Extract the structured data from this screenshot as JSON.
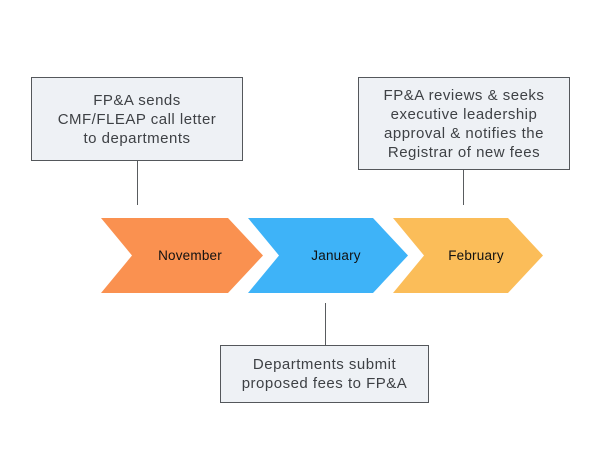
{
  "timeline": {
    "steps": [
      {
        "label": "November",
        "color": "#fa9150"
      },
      {
        "label": "January",
        "color": "#3eb3f8"
      },
      {
        "label": "February",
        "color": "#fbbd59"
      }
    ]
  },
  "callouts": {
    "top_left": {
      "text": "FP&A sends\nCMF/FLEAP call letter\nto departments"
    },
    "top_right": {
      "text": "FP&A reviews & seeks\nexecutive leadership\napproval & notifies the\nRegistrar of new fees"
    },
    "bottom": {
      "text": "Departments submit\nproposed fees to FP&A"
    }
  },
  "colors": {
    "background": "#ffffff",
    "callout_bg": "#eef1f5",
    "callout_border": "#54575b",
    "connector": "#595c5f",
    "chevron_label_text": "#111111",
    "callout_text": "#3e4145"
  }
}
